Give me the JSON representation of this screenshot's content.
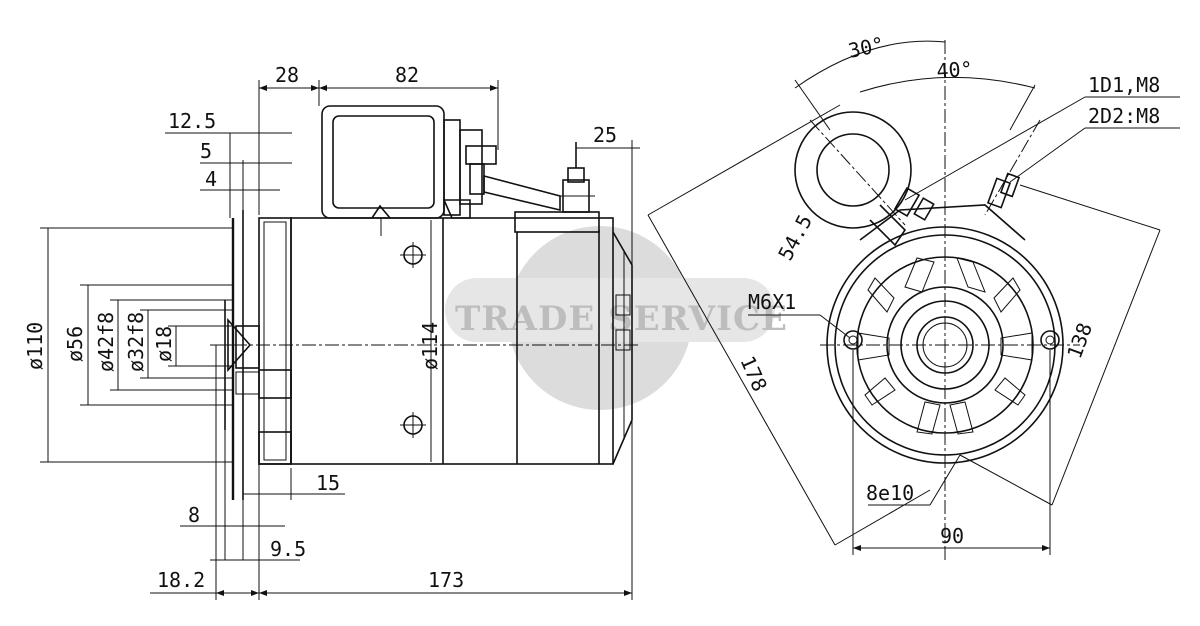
{
  "watermark": {
    "text": "TRADE SERVICE",
    "circle_color": "#dcdcdc",
    "text_color": "#bdbdbd"
  },
  "side_view": {
    "dims": {
      "d28": "28",
      "d82": "82",
      "d12_5": "12.5",
      "d5": "5",
      "d4": "4",
      "d25": "25",
      "d110": "ø110",
      "d56": "ø56",
      "d42": "ø42f8",
      "d32": "ø32f8",
      "d18": "ø18",
      "d114": "ø114",
      "d15": "15",
      "d8": "8",
      "d9_5": "9.5",
      "d18_2": "18.2",
      "d173": "173"
    }
  },
  "front_view": {
    "dims": {
      "a30": "30°",
      "a40": "40°",
      "t1": "1D1,M8",
      "t2": "2D2:M8",
      "r54": "54.5",
      "m6": "M6X1",
      "d178": "178",
      "d138": "138",
      "e10": "8e10",
      "d90": "90"
    }
  }
}
